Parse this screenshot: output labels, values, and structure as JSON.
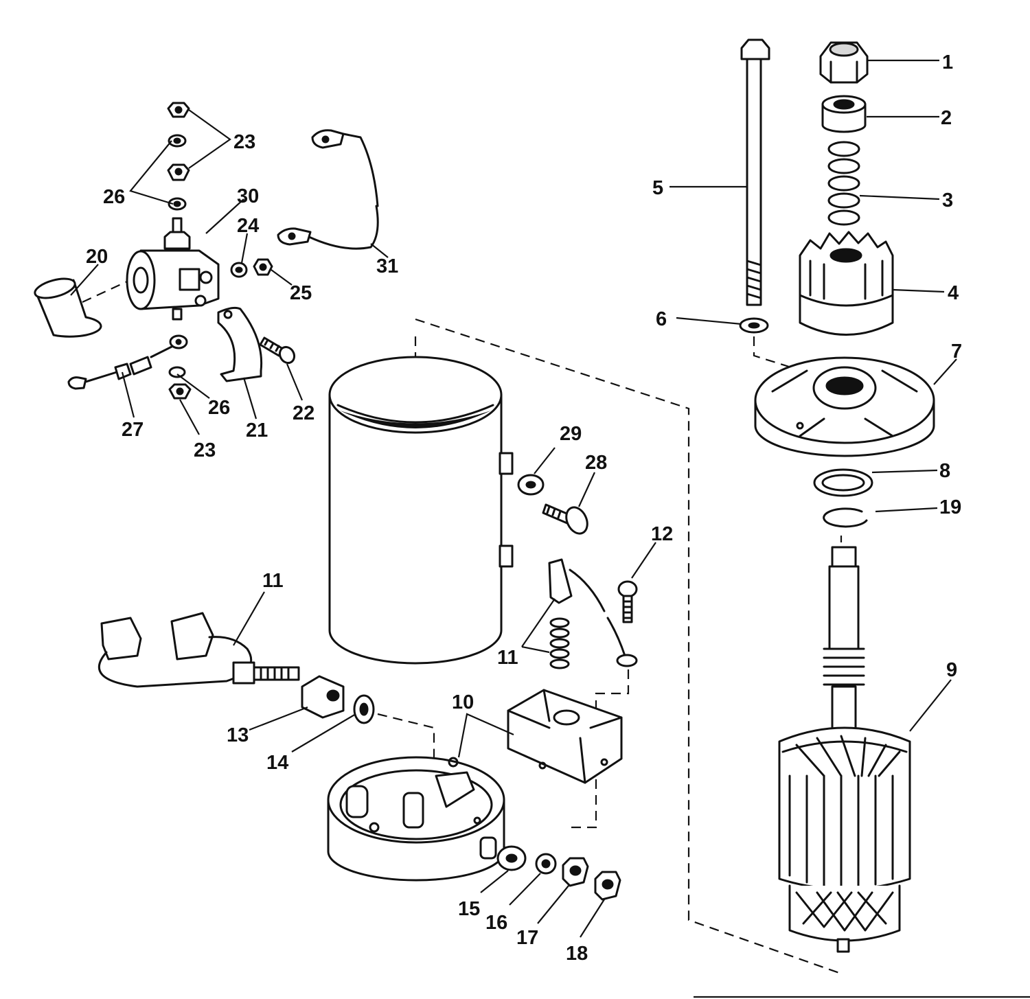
{
  "callouts": [
    {
      "id": "c1",
      "label": "1"
    },
    {
      "id": "c2",
      "label": "2"
    },
    {
      "id": "c3",
      "label": "3"
    },
    {
      "id": "c4",
      "label": "4"
    },
    {
      "id": "c5",
      "label": "5"
    },
    {
      "id": "c6",
      "label": "6"
    },
    {
      "id": "c7",
      "label": "7"
    },
    {
      "id": "c8",
      "label": "8"
    },
    {
      "id": "c19",
      "label": "19"
    },
    {
      "id": "c9",
      "label": "9"
    },
    {
      "id": "c10",
      "label": "10"
    },
    {
      "id": "c11a",
      "label": "11"
    },
    {
      "id": "c11b",
      "label": "11"
    },
    {
      "id": "c12",
      "label": "12"
    },
    {
      "id": "c13",
      "label": "13"
    },
    {
      "id": "c14",
      "label": "14"
    },
    {
      "id": "c15",
      "label": "15"
    },
    {
      "id": "c16",
      "label": "16"
    },
    {
      "id": "c17",
      "label": "17"
    },
    {
      "id": "c18",
      "label": "18"
    },
    {
      "id": "c20",
      "label": "20"
    },
    {
      "id": "c21",
      "label": "21"
    },
    {
      "id": "c22",
      "label": "22"
    },
    {
      "id": "c23a",
      "label": "23"
    },
    {
      "id": "c23b",
      "label": "23"
    },
    {
      "id": "c24",
      "label": "24"
    },
    {
      "id": "c25",
      "label": "25"
    },
    {
      "id": "c26a",
      "label": "26"
    },
    {
      "id": "c26b",
      "label": "26"
    },
    {
      "id": "c27",
      "label": "27"
    },
    {
      "id": "c28",
      "label": "28"
    },
    {
      "id": "c29",
      "label": "29"
    },
    {
      "id": "c30",
      "label": "30"
    },
    {
      "id": "c31",
      "label": "31"
    }
  ]
}
